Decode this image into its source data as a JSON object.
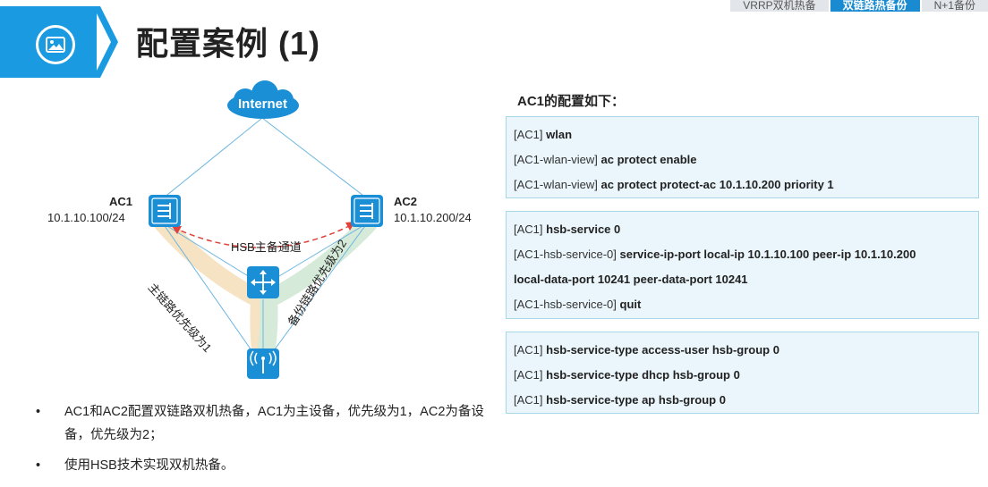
{
  "nav_tabs": [
    "VRRP双机热备",
    "双链路热备份",
    "N+1备份"
  ],
  "title": "配置案例 (1)",
  "diagram": {
    "internet": "Internet",
    "ac1_name": "AC1",
    "ac1_ip": "10.1.10.100/24",
    "ac2_name": "AC2",
    "ac2_ip": "10.1.10.200/24",
    "hsb_channel": "HSB主备通道",
    "main_link": "主链路优先级为1",
    "backup_link": "备份链路优先级为2"
  },
  "bullets": [
    "AC1和AC2配置双链路双机热备，AC1为主设备，优先级为1，AC2为备设备，优先级为2；",
    "使用HSB技术实现双机热备。"
  ],
  "config_title": "AC1的配置如下：",
  "config_blocks": [
    [
      {
        "prompt": "[AC1]",
        "cmd": "wlan"
      },
      {
        "prompt": "[AC1-wlan-view]",
        "cmd": "ac protect enable"
      },
      {
        "prompt": "[AC1-wlan-view]",
        "cmd": "ac protect protect-ac 10.1.10.200  priority 1"
      }
    ],
    [
      {
        "prompt": "[AC1]",
        "cmd": "hsb-service 0"
      },
      {
        "prompt": "[AC1-hsb-service-0]",
        "cmd": "service-ip-port local-ip 10.1.10.100  peer-ip 10.1.10.200"
      },
      {
        "prompt": "",
        "cmd": "local-data-port 10241  peer-data-port 10241"
      },
      {
        "prompt": "[AC1-hsb-service-0]",
        "cmd": "quit"
      }
    ],
    [
      {
        "prompt": "[AC1]",
        "cmd": "hsb-service-type access-user hsb-group 0"
      },
      {
        "prompt": "[AC1]",
        "cmd": "hsb-service-type dhcp hsb-group 0"
      },
      {
        "prompt": "[AC1]",
        "cmd": "hsb-service-type ap hsb-group 0"
      }
    ]
  ],
  "colors": {
    "accent": "#1a9ae0",
    "device": "#1b8fd6",
    "main_link": "#f5e3c4",
    "backup_link": "#d6ead9",
    "hsb_arrow": "#e0413a"
  }
}
